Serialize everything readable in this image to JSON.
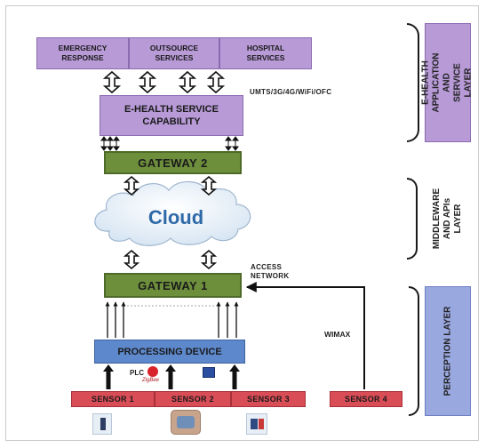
{
  "services": {
    "emergency": "EMERGENCY RESPONSE",
    "outsource": "OUTSOURCE SERVICES",
    "hospital": "HOSPITAL SERVICES"
  },
  "network_label": "UMTS/3G/4G/WiFi/OFC",
  "ehealth_box": "E-HEALTH SERVICE CAPABILITY",
  "gateway2": "GATEWAY 2",
  "cloud": "Cloud",
  "gateway1": "GATEWAY 1",
  "access_network": "ACCESS NETWORK",
  "wimax": "WIMAX",
  "processing": "PROCESSING DEVICE",
  "plc": "PLC",
  "zigbee": "ZigBee",
  "sensors": [
    "SENSOR 1",
    "SENSOR 2",
    "SENSOR 3",
    "SENSOR 4"
  ],
  "layers": {
    "application": "E-HEALTH APPLICATION AND SERVICE LAYER",
    "middleware": "MIDDLEWARE AND APIs LAYER",
    "perception": "PERCEPTION LAYER"
  },
  "colors": {
    "application_layer": "#b79ad6",
    "middleware_layer": "#ffffff",
    "perception_layer": "#9aa8e0"
  }
}
